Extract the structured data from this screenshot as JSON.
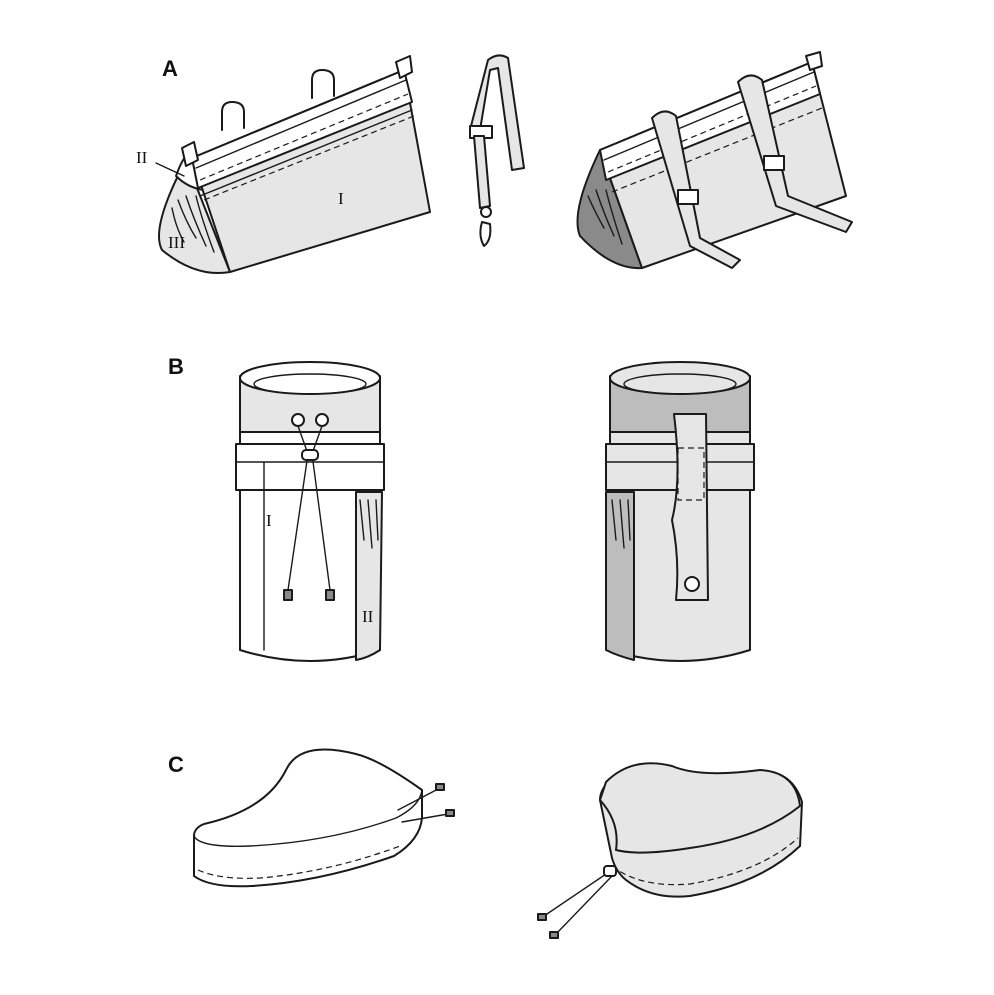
{
  "sections": {
    "a": {
      "letter": "A"
    },
    "b": {
      "letter": "B"
    },
    "c": {
      "letter": "C"
    }
  },
  "labels": {
    "a_part_1": "I",
    "a_part_2": "II",
    "a_part_3": "III",
    "b_part_1": "I",
    "b_part_2": "II"
  },
  "colors": {
    "outline": "#1a1a1a",
    "light_fabric": "#e6e6e6",
    "mid_fabric": "#bdbdbd",
    "dark_fabric": "#8a8a8a"
  }
}
